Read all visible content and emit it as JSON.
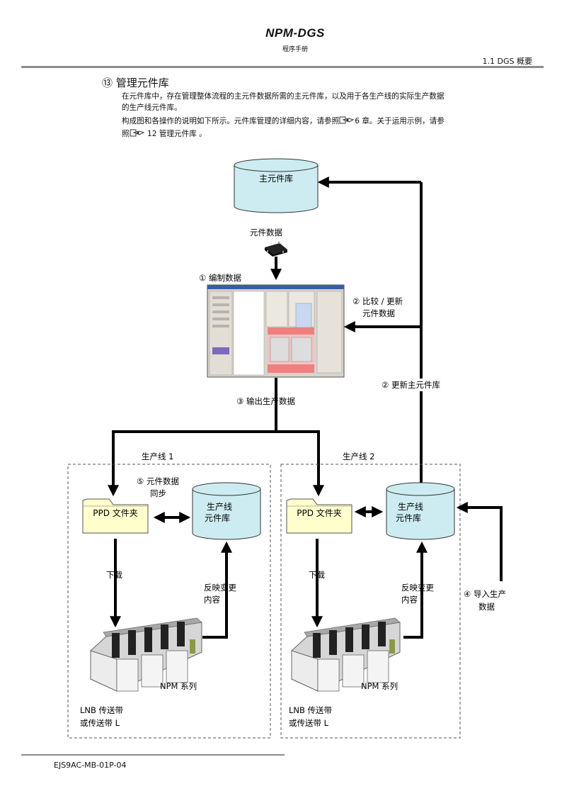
{
  "header": {
    "title": "NPM-DGS",
    "subtitle": "程序手册",
    "section": "1.1 DGS 概要"
  },
  "section": {
    "heading": "⑬ 管理元件库",
    "line1": "在元件库中，存在管理整体流程的主元件数据所需的主元件库，以及用于各生产线的实际生产数据",
    "line2": "的生产线元件库。",
    "line3a": "构成图和各操作的说明如下所示。元件库管理的详细内容，请参照",
    "line3b": "6 章。关于运用示例，请参",
    "line4a": "照",
    "line4b": "12 管理元件库 。"
  },
  "diagram": {
    "master_db": "主元件库",
    "component_data": "元件数据",
    "step1": "① 编制数据",
    "step2_line1": "② 比较 / 更新",
    "step2_line2": "元件数据",
    "update_master": "② 更新主元件库",
    "step3": "③ 输出生产数据",
    "line1_label": "生产线 1",
    "line2_label": "生产线 2",
    "step5_line1": "⑤ 元件数据",
    "step5_line2": "同步",
    "ppd_folder": "PPD 文件夹",
    "line_db_line1": "生产线",
    "line_db_line2": "元件库",
    "download": "下载",
    "reflect_line1": "反映变更",
    "reflect_line2": "内容",
    "npm_series": "NPM 系列",
    "lnb_line1": "LNB 传送带",
    "lnb_line2": "或传送带 L",
    "step4_line1": "④ 导入生产",
    "step4_line2": "数据"
  },
  "footer": {
    "code": "EJS9AC-MB-01P-04"
  },
  "colors": {
    "db_fill": "#ccecf1",
    "folder_fill": "#ffffcc",
    "rule": "#8c8c8c",
    "software_alert": "#f08080"
  }
}
